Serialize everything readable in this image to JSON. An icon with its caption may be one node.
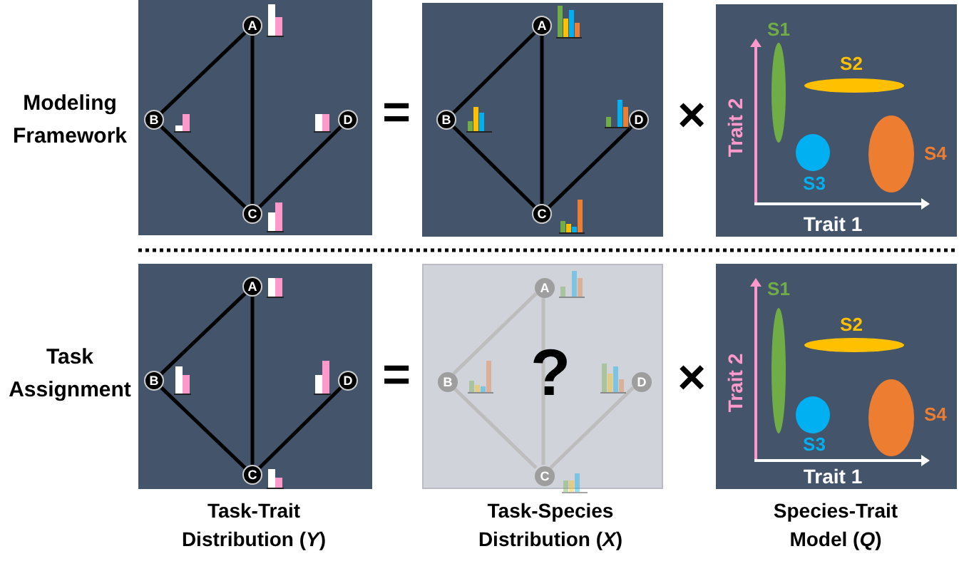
{
  "diagram": {
    "nodes": [
      {
        "text": [],
        "shape": "box"
      },
      {
        "text": [
          "A"
        ],
        "in": 0
      },
      {
        "text": [
          "B"
        ],
        "in": 0
      },
      {
        "text": [
          "C"
        ],
        "in": 0
      },
      {
        "text": [
          "D"
        ],
        "in": 0
      },
      {
        "text": [],
        "shape": "box"
      },
      {
        "text": [
          "A"
        ],
        "in": 5
      },
      {
        "text": [
          "B"
        ],
        "in": 5
      },
      {
        "text": [
          "C"
        ],
        "in": 5
      },
      {
        "text": [
          "D"
        ],
        "in": 5
      },
      {
        "text": [],
        "shape": "box"
      },
      {
        "text": [],
        "shape": "ellipse",
        "in": 10,
        "beside": [
          "S1"
        ]
      },
      {
        "text": [],
        "shape": "ellipse",
        "in": 10,
        "beside": [
          "S2"
        ]
      },
      {
        "text": [],
        "shape": "ellipse",
        "in": 10,
        "beside": [
          "S3"
        ]
      },
      {
        "text": [],
        "shape": "ellipse",
        "in": 10,
        "beside": [
          "S4"
        ]
      },
      {
        "text": [],
        "shape": "box"
      },
      {
        "text": [
          "A"
        ],
        "in": 15
      },
      {
        "text": [
          "B"
        ],
        "in": 15
      },
      {
        "text": [
          "C"
        ],
        "in": 15
      },
      {
        "text": [
          "D"
        ],
        "in": 15
      },
      {
        "text": [],
        "shape": "box"
      },
      {
        "text": [
          "A"
        ],
        "in": 20
      },
      {
        "text": [
          "B"
        ],
        "in": 20
      },
      {
        "text": [
          "C"
        ],
        "in": 20
      },
      {
        "text": [
          "D"
        ],
        "in": 20
      },
      {
        "text": [],
        "shape": "box"
      },
      {
        "text": [],
        "shape": "ellipse",
        "in": 25,
        "beside": [
          "S1"
        ]
      },
      {
        "text": [],
        "shape": "ellipse",
        "in": 25,
        "beside": [
          "S2"
        ]
      },
      {
        "text": [],
        "shape": "ellipse",
        "in": 25,
        "beside": [
          "S3"
        ]
      },
      {
        "text": [],
        "shape": "ellipse",
        "in": 25,
        "beside": [
          "S4"
        ]
      }
    ],
    "edges": [
      {
        "from": 1,
        "to": 2,
        "arrow": "none"
      },
      {
        "from": 1,
        "to": 3,
        "arrow": "none"
      },
      {
        "from": 2,
        "to": 3,
        "arrow": "none"
      },
      {
        "from": 3,
        "to": 4,
        "arrow": "none"
      },
      {
        "from": 6,
        "to": 7,
        "arrow": "none"
      },
      {
        "from": 6,
        "to": 8,
        "arrow": "none"
      },
      {
        "from": 7,
        "to": 8,
        "arrow": "none"
      },
      {
        "from": 8,
        "to": 9,
        "arrow": "none"
      },
      {
        "from": 16,
        "to": 17,
        "arrow": "none"
      },
      {
        "from": 16,
        "to": 18,
        "arrow": "none"
      },
      {
        "from": 17,
        "to": 18,
        "arrow": "none"
      },
      {
        "from": 18,
        "to": 19,
        "arrow": "none"
      },
      {
        "from": 21,
        "to": 22,
        "arrow": "none",
        "color": "#bdbdbd"
      },
      {
        "from": 21,
        "to": 23,
        "arrow": "none",
        "color": "#bdbdbd"
      },
      {
        "from": 22,
        "to": 23,
        "arrow": "none",
        "color": "#bdbdbd"
      },
      {
        "from": 23,
        "to": 24,
        "arrow": "none",
        "color": "#bdbdbd"
      }
    ],
    "labels": [
      "Modeling Framework",
      "=",
      "×",
      "Trait 2",
      "Trait 1",
      "Task Assignment",
      "=",
      "?",
      "×",
      "Trait 2",
      "Trait 1",
      "Task-Trait Distribution (*Y*)",
      "Task-Species Distribution (*X*)",
      "Species-Trait Model (*Q*)"
    ]
  }
}
